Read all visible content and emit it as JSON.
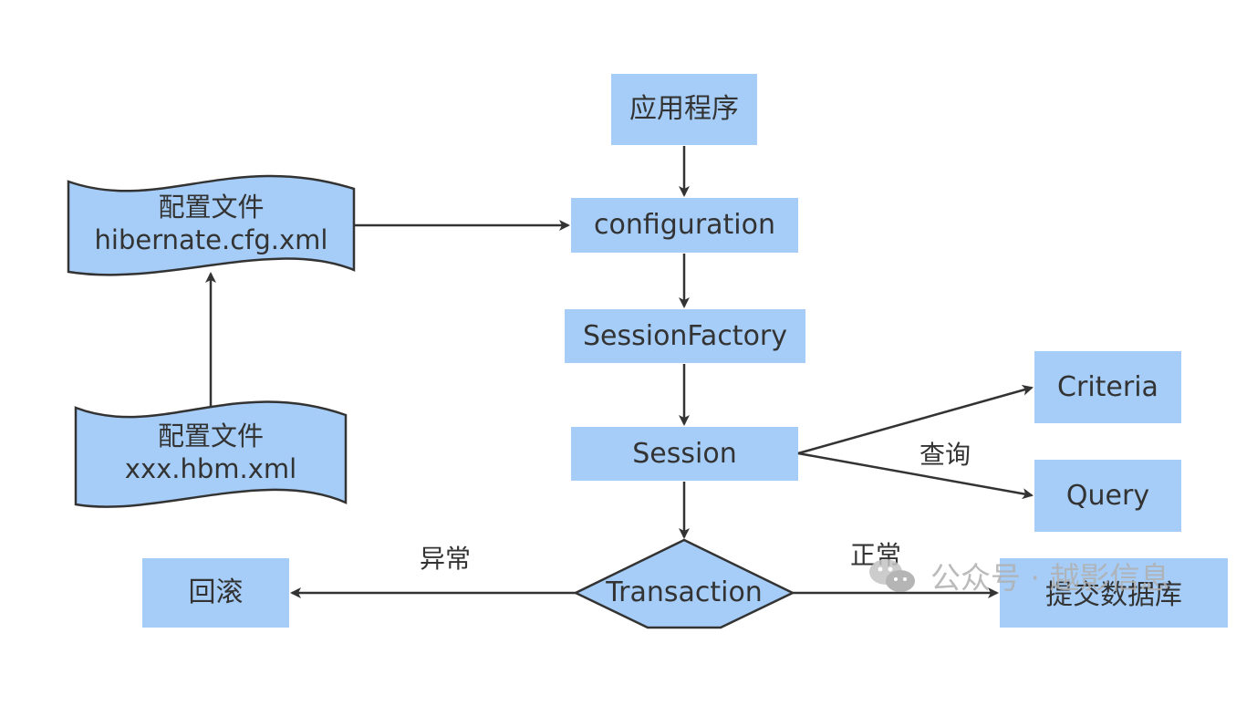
{
  "nodes": {
    "app": "应用程序",
    "configuration": "configuration",
    "session_factory": "SessionFactory",
    "session": "Session",
    "criteria": "Criteria",
    "query": "Query",
    "transaction": "Transaction",
    "rollback": "回滚",
    "commit": "提交数据库",
    "cfg_file": {
      "line1": "配置文件",
      "line2": "hibernate.cfg.xml"
    },
    "hbm_file": {
      "line1": "配置文件",
      "line2": "xxx.hbm.xml"
    }
  },
  "edge_labels": {
    "query_label": "查询",
    "exception": "异常",
    "normal": "正常"
  },
  "watermark": {
    "text": "公众号 · 越影信息",
    "icon": "wechat-icon"
  },
  "colors": {
    "node_fill": "#a6cdf7",
    "stroke": "#333333",
    "text": "#333333"
  }
}
